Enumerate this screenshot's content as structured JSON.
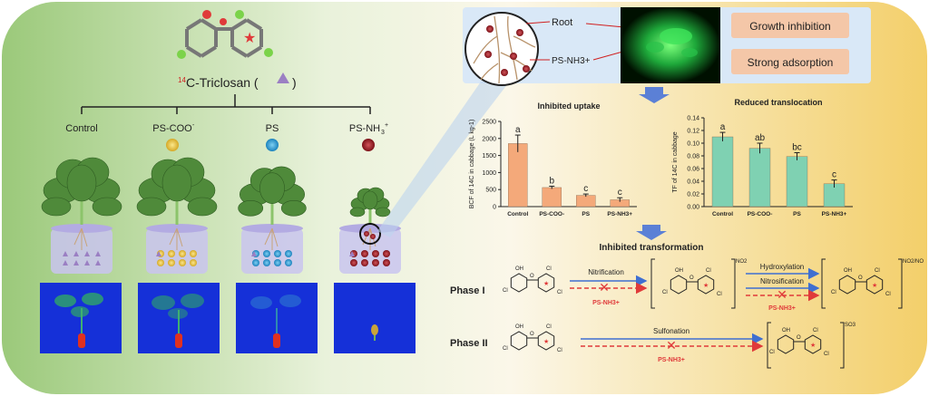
{
  "header": {
    "compound_prefix": "14",
    "compound_label": "C-Triclosan (",
    "compound_suffix": ")"
  },
  "treatments": [
    {
      "label": "Control",
      "bead_color": "",
      "trait": "control"
    },
    {
      "label": "PS-COO",
      "superscript": "-",
      "bead_color": "#e8c23a"
    },
    {
      "label": "PS",
      "bead_color": "#2aa0d8"
    },
    {
      "label": "PS-NH",
      "subscript": "3",
      "superscript": "+",
      "bead_color": "#a8232c"
    }
  ],
  "inset": {
    "root_label": "Root",
    "particle_label": "PS-NH3+",
    "tags": [
      "Growth inhibition",
      "Strong adsorption"
    ]
  },
  "chart_data": [
    {
      "type": "bar",
      "title": "Inhibited uptake",
      "ylabel": "BCF of 14C in cabbage (L kg-1)",
      "categories": [
        "Control",
        "PS-COO-",
        "PS",
        "PS-NH3+"
      ],
      "values": [
        1850,
        560,
        330,
        200
      ],
      "errors": [
        250,
        40,
        40,
        60
      ],
      "letters": [
        "a",
        "b",
        "c",
        "c"
      ],
      "ylim": [
        0,
        2500
      ],
      "yticks": [
        0,
        500,
        1000,
        1500,
        2000,
        2500
      ],
      "color": "#f4a97a"
    },
    {
      "type": "bar",
      "title": "Reduced translocation",
      "ylabel": "TF of 14C in cabbage",
      "categories": [
        "Control",
        "PS-COO-",
        "PS",
        "PS-NH3+"
      ],
      "values": [
        0.11,
        0.092,
        0.079,
        0.036
      ],
      "errors": [
        0.007,
        0.008,
        0.006,
        0.006
      ],
      "letters": [
        "a",
        "ab",
        "bc",
        "c"
      ],
      "ylim": [
        0,
        0.14
      ],
      "yticks": [
        "0.00",
        "0.02",
        "0.04",
        "0.06",
        "0.08",
        "0.10",
        "0.12",
        "0.14"
      ],
      "color": "#7fd1b2"
    }
  ],
  "transformation": {
    "title": "Inhibited transformation",
    "phase1_label": "Phase I",
    "phase2_label": "Phase II",
    "nitrification": "Nitrification",
    "hydroxylation": "Hydroxylation",
    "nitrosification": "Nitrosification",
    "sulfonation": "Sulfonation",
    "inhibitor": "PS-NH3+",
    "oh": "OH",
    "cl": "Cl",
    "no2": "NO2",
    "no2_no": "NO2/NO",
    "so3": "SO3"
  },
  "colors": {
    "left_bg": "#a8d08a",
    "right_bg": "#f5d880",
    "arrow_blue": "#3f6fd1",
    "arrow_red": "#e03a3a",
    "tag_bg": "#f4c7a8"
  }
}
